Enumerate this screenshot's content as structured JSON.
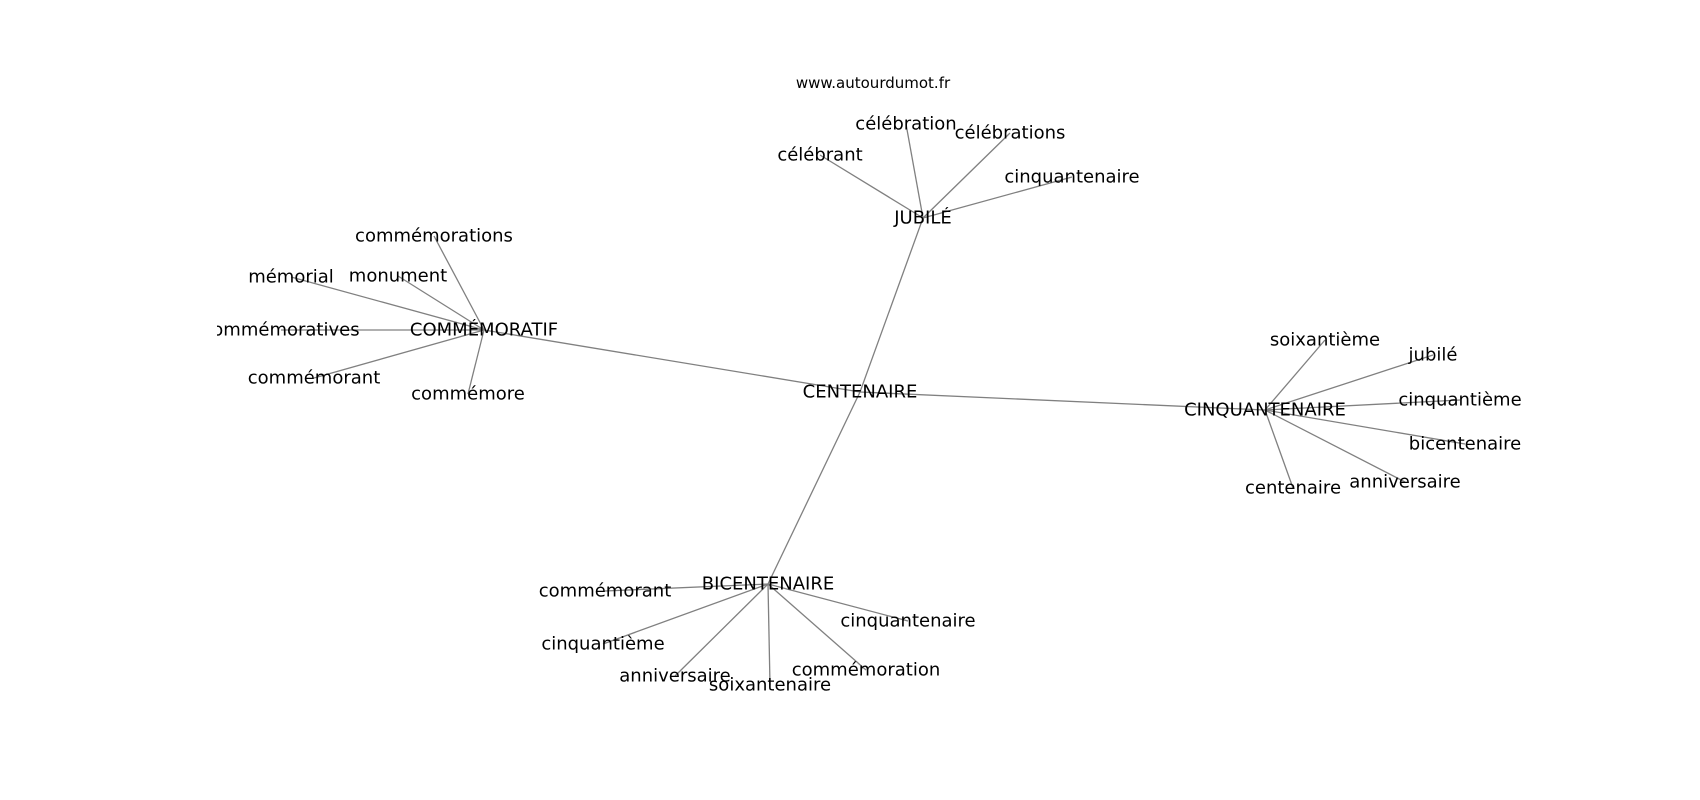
{
  "watermark": "www.autourdumot.fr",
  "colors": {
    "edge": "#808080",
    "text": "#000000",
    "background": "#ffffff"
  },
  "graph": {
    "center": "CENTENAIRE",
    "nodes": [
      {
        "id": "centenaire_hub",
        "label": "CENTENAIRE"
      },
      {
        "id": "jubile_hub",
        "label": "JUBILÉ"
      },
      {
        "id": "commemoratif_hub",
        "label": "COMMÉMORATIF"
      },
      {
        "id": "cinquantenaire_hub",
        "label": "CINQUANTENAIRE"
      },
      {
        "id": "bicentenaire_hub",
        "label": "BICENTENAIRE"
      },
      {
        "id": "j_celebration",
        "label": "célébration"
      },
      {
        "id": "j_celebrations",
        "label": "célébrations"
      },
      {
        "id": "j_celebrant",
        "label": "célébrant"
      },
      {
        "id": "j_cinquantenaire",
        "label": "cinquantenaire"
      },
      {
        "id": "c_commemorations",
        "label": "commémorations"
      },
      {
        "id": "c_memorial",
        "label": "mémorial"
      },
      {
        "id": "c_monument",
        "label": "monument"
      },
      {
        "id": "c_commemoratives",
        "label": "commémoratives"
      },
      {
        "id": "c_commemorant",
        "label": "commémorant"
      },
      {
        "id": "c_commemore",
        "label": "commémore"
      },
      {
        "id": "q_soixantieme",
        "label": "soixantième"
      },
      {
        "id": "q_jubile",
        "label": "jubilé"
      },
      {
        "id": "q_cinquantieme",
        "label": "cinquantième"
      },
      {
        "id": "q_bicentenaire",
        "label": "bicentenaire"
      },
      {
        "id": "q_anniversaire",
        "label": "anniversaire"
      },
      {
        "id": "q_centenaire",
        "label": "centenaire"
      },
      {
        "id": "b_commemorant",
        "label": "commémorant"
      },
      {
        "id": "b_cinquantieme",
        "label": "cinquantième"
      },
      {
        "id": "b_anniversaire",
        "label": "anniversaire"
      },
      {
        "id": "b_soixantenaire",
        "label": "soixantenaire"
      },
      {
        "id": "b_commemoration",
        "label": "commémoration"
      },
      {
        "id": "b_cinquantenaire",
        "label": "cinquantenaire"
      }
    ],
    "edges": [
      [
        "centenaire_hub",
        "jubile_hub"
      ],
      [
        "centenaire_hub",
        "commemoratif_hub"
      ],
      [
        "centenaire_hub",
        "cinquantenaire_hub"
      ],
      [
        "centenaire_hub",
        "bicentenaire_hub"
      ],
      [
        "jubile_hub",
        "j_celebration"
      ],
      [
        "jubile_hub",
        "j_celebrations"
      ],
      [
        "jubile_hub",
        "j_celebrant"
      ],
      [
        "jubile_hub",
        "j_cinquantenaire"
      ],
      [
        "commemoratif_hub",
        "c_commemorations"
      ],
      [
        "commemoratif_hub",
        "c_memorial"
      ],
      [
        "commemoratif_hub",
        "c_monument"
      ],
      [
        "commemoratif_hub",
        "c_commemoratives"
      ],
      [
        "commemoratif_hub",
        "c_commemorant"
      ],
      [
        "commemoratif_hub",
        "c_commemore"
      ],
      [
        "cinquantenaire_hub",
        "q_soixantieme"
      ],
      [
        "cinquantenaire_hub",
        "q_jubile"
      ],
      [
        "cinquantenaire_hub",
        "q_cinquantieme"
      ],
      [
        "cinquantenaire_hub",
        "q_bicentenaire"
      ],
      [
        "cinquantenaire_hub",
        "q_anniversaire"
      ],
      [
        "cinquantenaire_hub",
        "q_centenaire"
      ],
      [
        "bicentenaire_hub",
        "b_commemorant"
      ],
      [
        "bicentenaire_hub",
        "b_cinquantieme"
      ],
      [
        "bicentenaire_hub",
        "b_anniversaire"
      ],
      [
        "bicentenaire_hub",
        "b_soixantenaire"
      ],
      [
        "bicentenaire_hub",
        "b_commemoration"
      ],
      [
        "bicentenaire_hub",
        "b_cinquantenaire"
      ]
    ]
  }
}
